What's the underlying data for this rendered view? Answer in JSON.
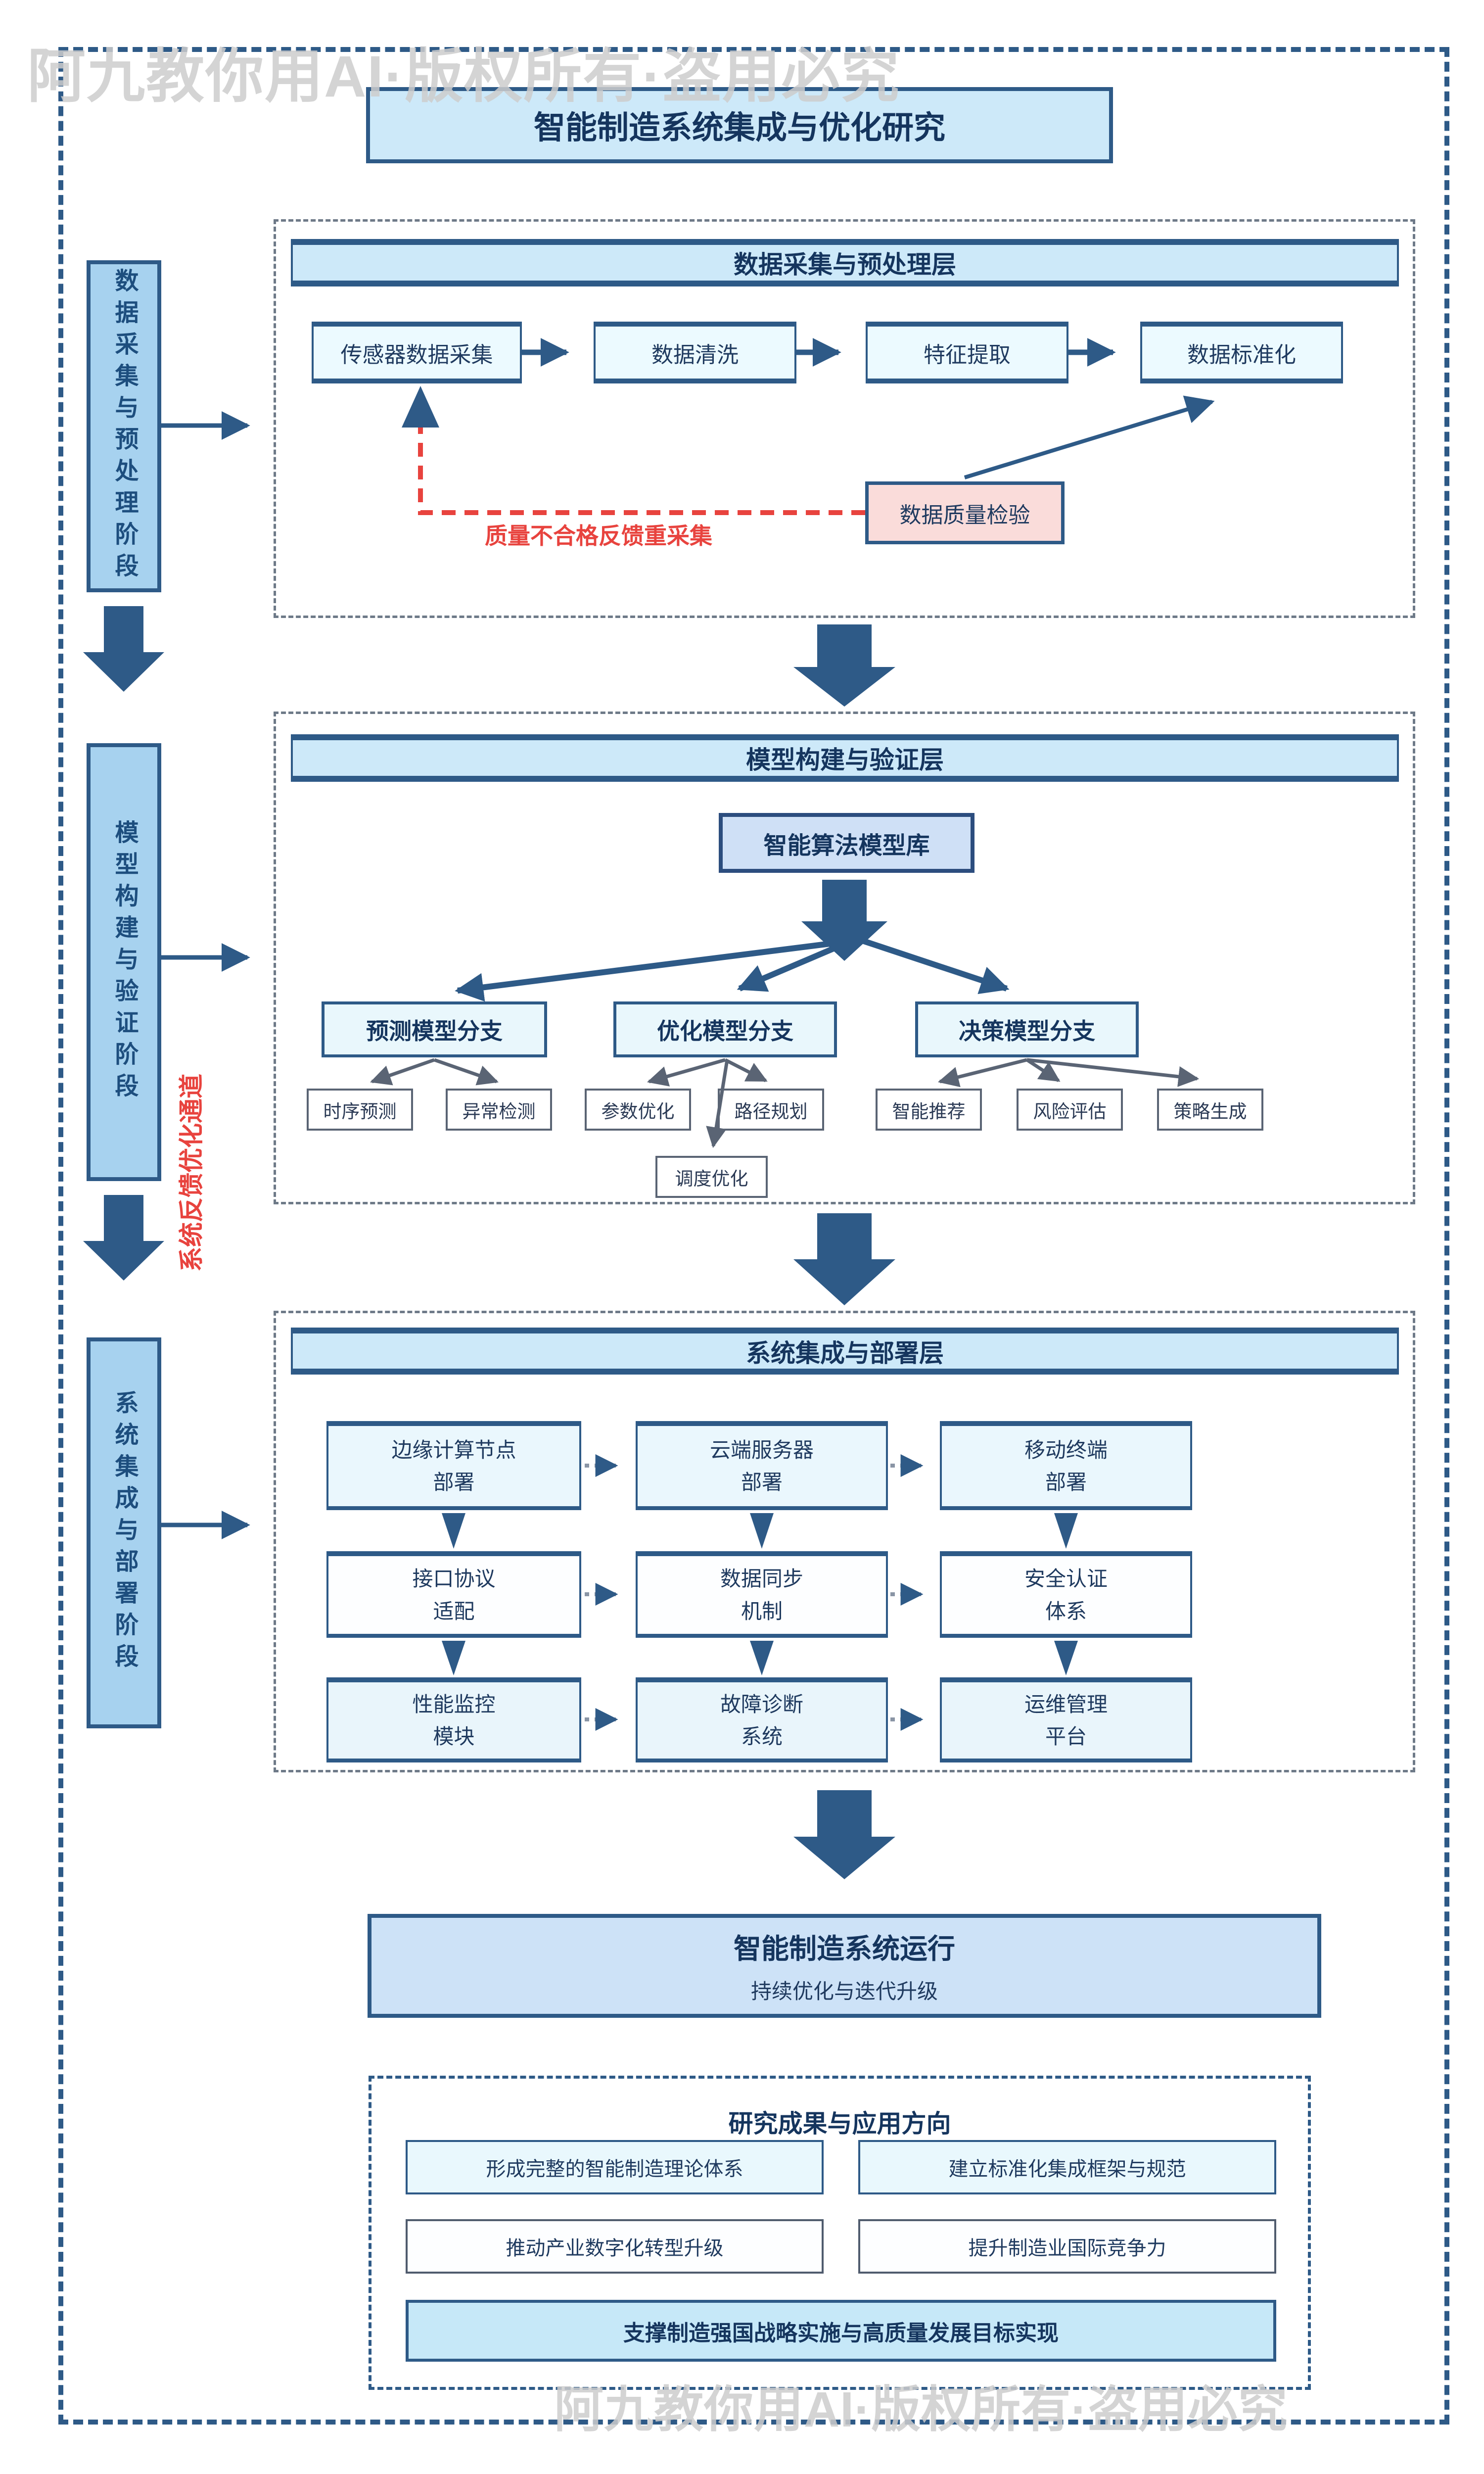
{
  "watermark": {
    "top": "阿九教你用AI·版权所有·盗用必究",
    "bottom": "阿九教你用AI·版权所有·盗用必究"
  },
  "title": "智能制造系统集成与优化研究",
  "stages": {
    "s1": "数据采集与预处理阶段",
    "s2": "模型构建与验证阶段",
    "s3": "系统集成与部署阶段"
  },
  "feedback_channel": "系统反馈优化通道",
  "layer1": {
    "header": "数据采集与预处理层",
    "nodes": [
      "传感器数据采集",
      "数据清洗",
      "特征提取",
      "数据标准化"
    ],
    "quality": "数据质量检验",
    "feedback": "质量不合格反馈重采集"
  },
  "layer2": {
    "header": "模型构建与验证层",
    "library": "智能算法模型库",
    "branches": [
      "预测模型分支",
      "优化模型分支",
      "决策模型分支"
    ],
    "subs": [
      "时序预测",
      "异常检测",
      "参数优化",
      "路径规划",
      "智能推荐",
      "风险评估",
      "策略生成"
    ],
    "extra": "调度优化"
  },
  "layer3": {
    "header": "系统集成与部署层",
    "grid": [
      {
        "l1": "边缘计算节点",
        "l2": "部署"
      },
      {
        "l1": "云端服务器",
        "l2": "部署"
      },
      {
        "l1": "移动终端",
        "l2": "部署"
      },
      {
        "l1": "接口协议",
        "l2": "适配"
      },
      {
        "l1": "数据同步",
        "l2": "机制"
      },
      {
        "l1": "安全认证",
        "l2": "体系"
      },
      {
        "l1": "性能监控",
        "l2": "模块"
      },
      {
        "l1": "故障诊断",
        "l2": "系统"
      },
      {
        "l1": "运维管理",
        "l2": "平台"
      }
    ]
  },
  "operation": {
    "title": "智能制造系统运行",
    "subtitle": "持续优化与迭代升级"
  },
  "results": {
    "header": "研究成果与应用方向",
    "items": [
      "形成完整的智能制造理论体系",
      "建立标准化集成框架与规范",
      "推动产业数字化转型升级",
      "提升制造业国际竞争力"
    ],
    "final": "支撑制造强国战略实施与高质量发展目标实现"
  },
  "colors": {
    "navy": "#2e5a87",
    "deep_navy": "#15355e",
    "light_blue": "#cde9f9",
    "pale_blue": "#eaf7fd",
    "periwinkle": "#cfe0f6",
    "pink": "#fadcda",
    "red": "#e8433e",
    "slate": "#5a6474",
    "watermark_gray": "#d8d8d8"
  }
}
